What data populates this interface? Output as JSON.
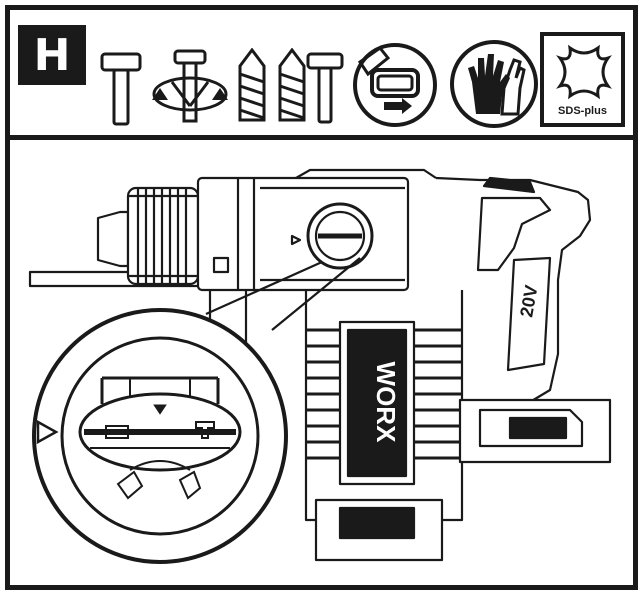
{
  "step": {
    "letter": "H"
  },
  "header_icons": [
    {
      "icon": "hammer-symbol-icon"
    },
    {
      "icon": "chisel-rotation-lock-icon"
    },
    {
      "icon": "drill-bit-icon"
    },
    {
      "icon": "drill-bit-with-hammer-icon"
    },
    {
      "icon": "hammer-action-mode-icon"
    },
    {
      "icon": "protective-gloves-icon"
    }
  ],
  "sds": {
    "label": "SDS-plus"
  },
  "tool": {
    "brand": "WORX",
    "voltage_label": "20V"
  },
  "colors": {
    "ink": "#1a1a1a",
    "paper": "#ffffff"
  }
}
